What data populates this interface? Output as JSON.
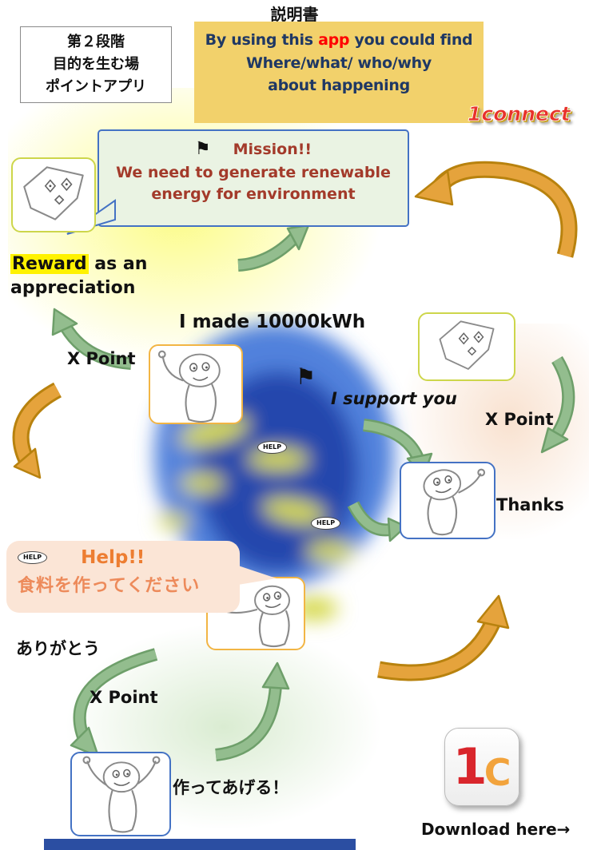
{
  "header": {
    "title": "説明書"
  },
  "stage_box": {
    "lines": [
      "第２段階",
      "目的を生む場",
      "ポイントアプリ"
    ]
  },
  "banner": {
    "line1_pre": "By using this ",
    "app_word": "app",
    "line1_post": " you could find",
    "line2": "Where/what/ who/why",
    "line3": "about  happening"
  },
  "logo": {
    "text": "1connect"
  },
  "mission_bubble": {
    "title": "Mission!!",
    "line1": "We need to generate renewable",
    "line2": "energy for environment"
  },
  "labels": {
    "reward_highlight": "Reward",
    "reward_rest": " as an",
    "reward_line2": "appreciation",
    "i_made": "I made 10000kWh",
    "x_point_left": "X Point",
    "i_support_you": "I support you",
    "x_point_right": "X Point",
    "thanks": "Thanks",
    "arigatou": "ありがとう",
    "x_point_bottom": "X Point",
    "tsukutte_ageru": "作ってあげる！",
    "help_small": "HELP"
  },
  "help_bubble": {
    "title": "Help!!",
    "body": "食料を作ってください"
  },
  "download": {
    "icon_1": "1",
    "icon_c": "C",
    "label": "Download here→"
  },
  "icons": {
    "flag": "⚑"
  },
  "colors": {
    "banner_bg": "#F2D16B",
    "banner_text": "#1F3864",
    "app_word_red": "#FF0000",
    "mission_bg": "#EAF3E3",
    "mission_border": "#4472C4",
    "mission_text": "#A33A2A",
    "help_bg": "#FBE5D6",
    "help_text": "#ED7D31",
    "arrow_orange": "#E5A33C",
    "arrow_green": "#93BD8E",
    "logo_red": "#E8312A",
    "highlight_yellow": "#FFF200"
  }
}
